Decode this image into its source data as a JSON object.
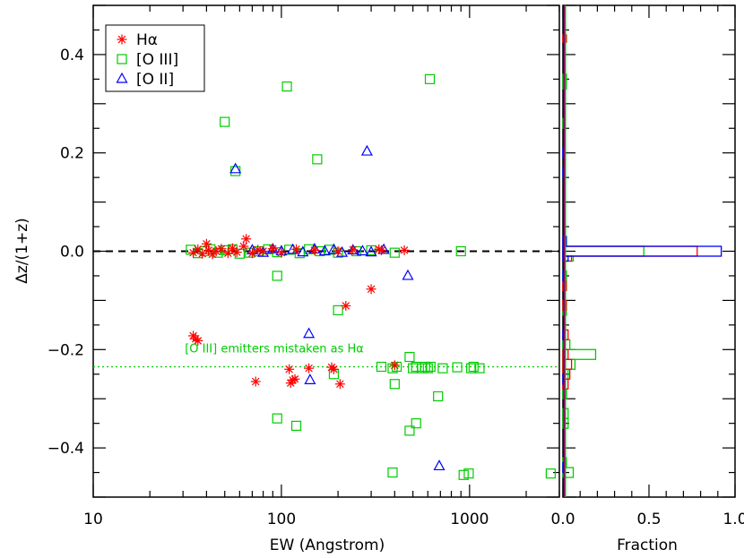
{
  "chart_data": [
    {
      "type": "scatter",
      "xlabel": "EW (Angstrom)",
      "ylabel": "Δz/(1+z)",
      "xscale": "log",
      "xlim": [
        10,
        3000
      ],
      "ylim": [
        -0.5,
        0.5
      ],
      "xticks": [
        {
          "value": 10,
          "label": "10"
        },
        {
          "value": 100,
          "label": "100"
        },
        {
          "value": 1000,
          "label": "1000"
        }
      ],
      "yticks": [
        {
          "value": -0.4,
          "label": "−0.4"
        },
        {
          "value": -0.2,
          "label": "−0.2"
        },
        {
          "value": 0.0,
          "label": "0.0"
        },
        {
          "value": 0.2,
          "label": "0.2"
        },
        {
          "value": 0.4,
          "label": "0.4"
        }
      ],
      "grid": false,
      "legend_position": "top-left",
      "reference_lines": [
        {
          "y": 0.0,
          "style": "dashed",
          "color": "#000000"
        },
        {
          "y": -0.235,
          "style": "dotted",
          "color": "#00cc00"
        }
      ],
      "annotation": {
        "text": "[O III] emitters mistaken as Hα",
        "x": 35,
        "y": -0.235,
        "color": "#00cc00"
      },
      "series": [
        {
          "name": "Hα",
          "marker": "asterisk",
          "color": "#ff0000",
          "points": [
            [
              34,
              -0.003
            ],
            [
              36,
              0.004
            ],
            [
              38,
              -0.005
            ],
            [
              40,
              0.015
            ],
            [
              41,
              0.002
            ],
            [
              43,
              -0.006
            ],
            [
              45,
              0.0
            ],
            [
              48,
              0.005
            ],
            [
              52,
              -0.004
            ],
            [
              55,
              0.006
            ],
            [
              58,
              -0.002
            ],
            [
              63,
              0.01
            ],
            [
              65,
              0.025
            ],
            [
              70,
              -0.004
            ],
            [
              75,
              0.003
            ],
            [
              80,
              0.0
            ],
            [
              90,
              0.005
            ],
            [
              100,
              -0.003
            ],
            [
              120,
              0.004
            ],
            [
              150,
              0.002
            ],
            [
              200,
              0.0
            ],
            [
              240,
              0.003
            ],
            [
              330,
              0.004
            ],
            [
              340,
              0.002
            ],
            [
              450,
              0.002
            ],
            [
              34,
              -0.172
            ],
            [
              35,
              -0.178
            ],
            [
              36,
              -0.182
            ],
            [
              300,
              -0.077
            ],
            [
              220,
              -0.111
            ],
            [
              73,
              -0.265
            ],
            [
              110,
              -0.24
            ],
            [
              112,
              -0.268
            ],
            [
              115,
              -0.262
            ],
            [
              118,
              -0.26
            ],
            [
              140,
              -0.238
            ],
            [
              185,
              -0.236
            ],
            [
              190,
              -0.24
            ],
            [
              205,
              -0.27
            ],
            [
              400,
              -0.232
            ]
          ]
        },
        {
          "name": "[O III]",
          "marker": "square",
          "color": "#00cc00",
          "points": [
            [
              33,
              0.003
            ],
            [
              36,
              -0.004
            ],
            [
              39,
              0.0
            ],
            [
              42,
              0.004
            ],
            [
              46,
              -0.003
            ],
            [
              50,
              0.002
            ],
            [
              55,
              0.004
            ],
            [
              60,
              -0.005
            ],
            [
              68,
              -0.003
            ],
            [
              75,
              0.0
            ],
            [
              85,
              0.004
            ],
            [
              95,
              -0.002
            ],
            [
              110,
              0.003
            ],
            [
              125,
              -0.004
            ],
            [
              140,
              0.004
            ],
            [
              160,
              0.0
            ],
            [
              180,
              0.003
            ],
            [
              200,
              -0.003
            ],
            [
              250,
              0.0
            ],
            [
              300,
              0.002
            ],
            [
              400,
              -0.003
            ],
            [
              900,
              0.0
            ],
            [
              107,
              0.335
            ],
            [
              615,
              0.35
            ],
            [
              50,
              0.263
            ],
            [
              155,
              0.187
            ],
            [
              57,
              0.163
            ],
            [
              95,
              -0.05
            ],
            [
              200,
              -0.12
            ],
            [
              340,
              -0.235
            ],
            [
              390,
              -0.238
            ],
            [
              410,
              -0.235
            ],
            [
              480,
              -0.215
            ],
            [
              500,
              -0.238
            ],
            [
              520,
              -0.235
            ],
            [
              560,
              -0.238
            ],
            [
              580,
              -0.235
            ],
            [
              600,
              -0.238
            ],
            [
              620,
              -0.235
            ],
            [
              720,
              -0.238
            ],
            [
              860,
              -0.236
            ],
            [
              1020,
              -0.238
            ],
            [
              1050,
              -0.235
            ],
            [
              1130,
              -0.238
            ],
            [
              190,
              -0.25
            ],
            [
              400,
              -0.27
            ],
            [
              95,
              -0.34
            ],
            [
              120,
              -0.355
            ],
            [
              480,
              -0.365
            ],
            [
              520,
              -0.35
            ],
            [
              680,
              -0.295
            ],
            [
              390,
              -0.45
            ],
            [
              930,
              -0.455
            ],
            [
              990,
              -0.452
            ],
            [
              2700,
              -0.452
            ]
          ]
        },
        {
          "name": "[O II]",
          "marker": "triangle",
          "color": "#0000ff",
          "points": [
            [
              70,
              0.002
            ],
            [
              80,
              -0.003
            ],
            [
              90,
              0.004
            ],
            [
              100,
              0.0
            ],
            [
              115,
              0.003
            ],
            [
              130,
              -0.002
            ],
            [
              150,
              0.004
            ],
            [
              170,
              0.0
            ],
            [
              190,
              0.003
            ],
            [
              210,
              -0.003
            ],
            [
              240,
              0.002
            ],
            [
              270,
              0.0
            ],
            [
              300,
              -0.002
            ],
            [
              350,
              0.003
            ],
            [
              57,
              0.167
            ],
            [
              285,
              0.203
            ],
            [
              470,
              -0.05
            ],
            [
              140,
              -0.168
            ],
            [
              142,
              -0.262
            ],
            [
              690,
              -0.437
            ]
          ]
        }
      ]
    },
    {
      "type": "histogram",
      "orientation": "horizontal",
      "xlabel": "Fraction",
      "xlim": [
        0,
        1
      ],
      "ylim": [
        -0.5,
        0.5
      ],
      "xticks": [
        {
          "value": 0.0,
          "label": "0.0"
        },
        {
          "value": 0.5,
          "label": "0.5"
        },
        {
          "value": 1.0,
          "label": "1.0"
        }
      ],
      "bins": [
        {
          "y0": -0.5,
          "y1": -0.025,
          "fraction": 0.0
        },
        {
          "y0": -0.025,
          "y1": -0.01,
          "fraction": 0.0
        },
        {
          "y0": -0.01,
          "y1": 0.01,
          "fraction": 0.0
        },
        {
          "y0": 0.01,
          "y1": 0.5,
          "fraction": 0.0
        }
      ],
      "series": [
        {
          "name": "Hα",
          "color": "#ff0000",
          "bars": [
            [
              0.425,
              0.44,
              0.02
            ],
            [
              0.01,
              0.03,
              0.02
            ],
            [
              -0.01,
              0.01,
              0.78
            ],
            [
              -0.02,
              -0.01,
              0.05
            ],
            [
              -0.08,
              -0.06,
              0.02
            ],
            [
              -0.12,
              -0.1,
              0.02
            ],
            [
              -0.18,
              -0.16,
              0.03
            ],
            [
              -0.22,
              -0.2,
              0.03
            ],
            [
              -0.24,
              -0.22,
              0.05
            ],
            [
              -0.26,
              -0.24,
              0.04
            ],
            [
              -0.28,
              -0.26,
              0.03
            ]
          ]
        },
        {
          "name": "[O III]",
          "color": "#00cc00",
          "bars": [
            [
              0.33,
              0.36,
              0.02
            ],
            [
              0.25,
              0.27,
              0.01
            ],
            [
              0.15,
              0.17,
              0.01
            ],
            [
              0.01,
              0.03,
              0.01
            ],
            [
              -0.01,
              0.01,
              0.47
            ],
            [
              -0.02,
              -0.01,
              0.06
            ],
            [
              -0.06,
              -0.04,
              0.02
            ],
            [
              -0.13,
              -0.11,
              0.02
            ],
            [
              -0.2,
              -0.18,
              0.04
            ],
            [
              -0.22,
              -0.2,
              0.19
            ],
            [
              -0.24,
              -0.22,
              0.07
            ],
            [
              -0.26,
              -0.24,
              0.03
            ],
            [
              -0.3,
              -0.28,
              0.02
            ],
            [
              -0.34,
              -0.32,
              0.03
            ],
            [
              -0.36,
              -0.34,
              0.03
            ],
            [
              -0.44,
              -0.42,
              0.02
            ],
            [
              -0.46,
              -0.44,
              0.06
            ]
          ]
        },
        {
          "name": "[O II]",
          "color": "#0000ff",
          "bars": [
            [
              0.19,
              0.21,
              0.01
            ],
            [
              0.15,
              0.17,
              0.01
            ],
            [
              0.01,
              0.03,
              0.02
            ],
            [
              -0.01,
              0.01,
              0.92
            ],
            [
              -0.02,
              -0.01,
              0.03
            ],
            [
              -0.06,
              -0.04,
              0.01
            ],
            [
              -0.18,
              -0.16,
              0.01
            ],
            [
              -0.27,
              -0.25,
              0.01
            ],
            [
              -0.45,
              -0.43,
              0.01
            ]
          ]
        }
      ]
    }
  ]
}
